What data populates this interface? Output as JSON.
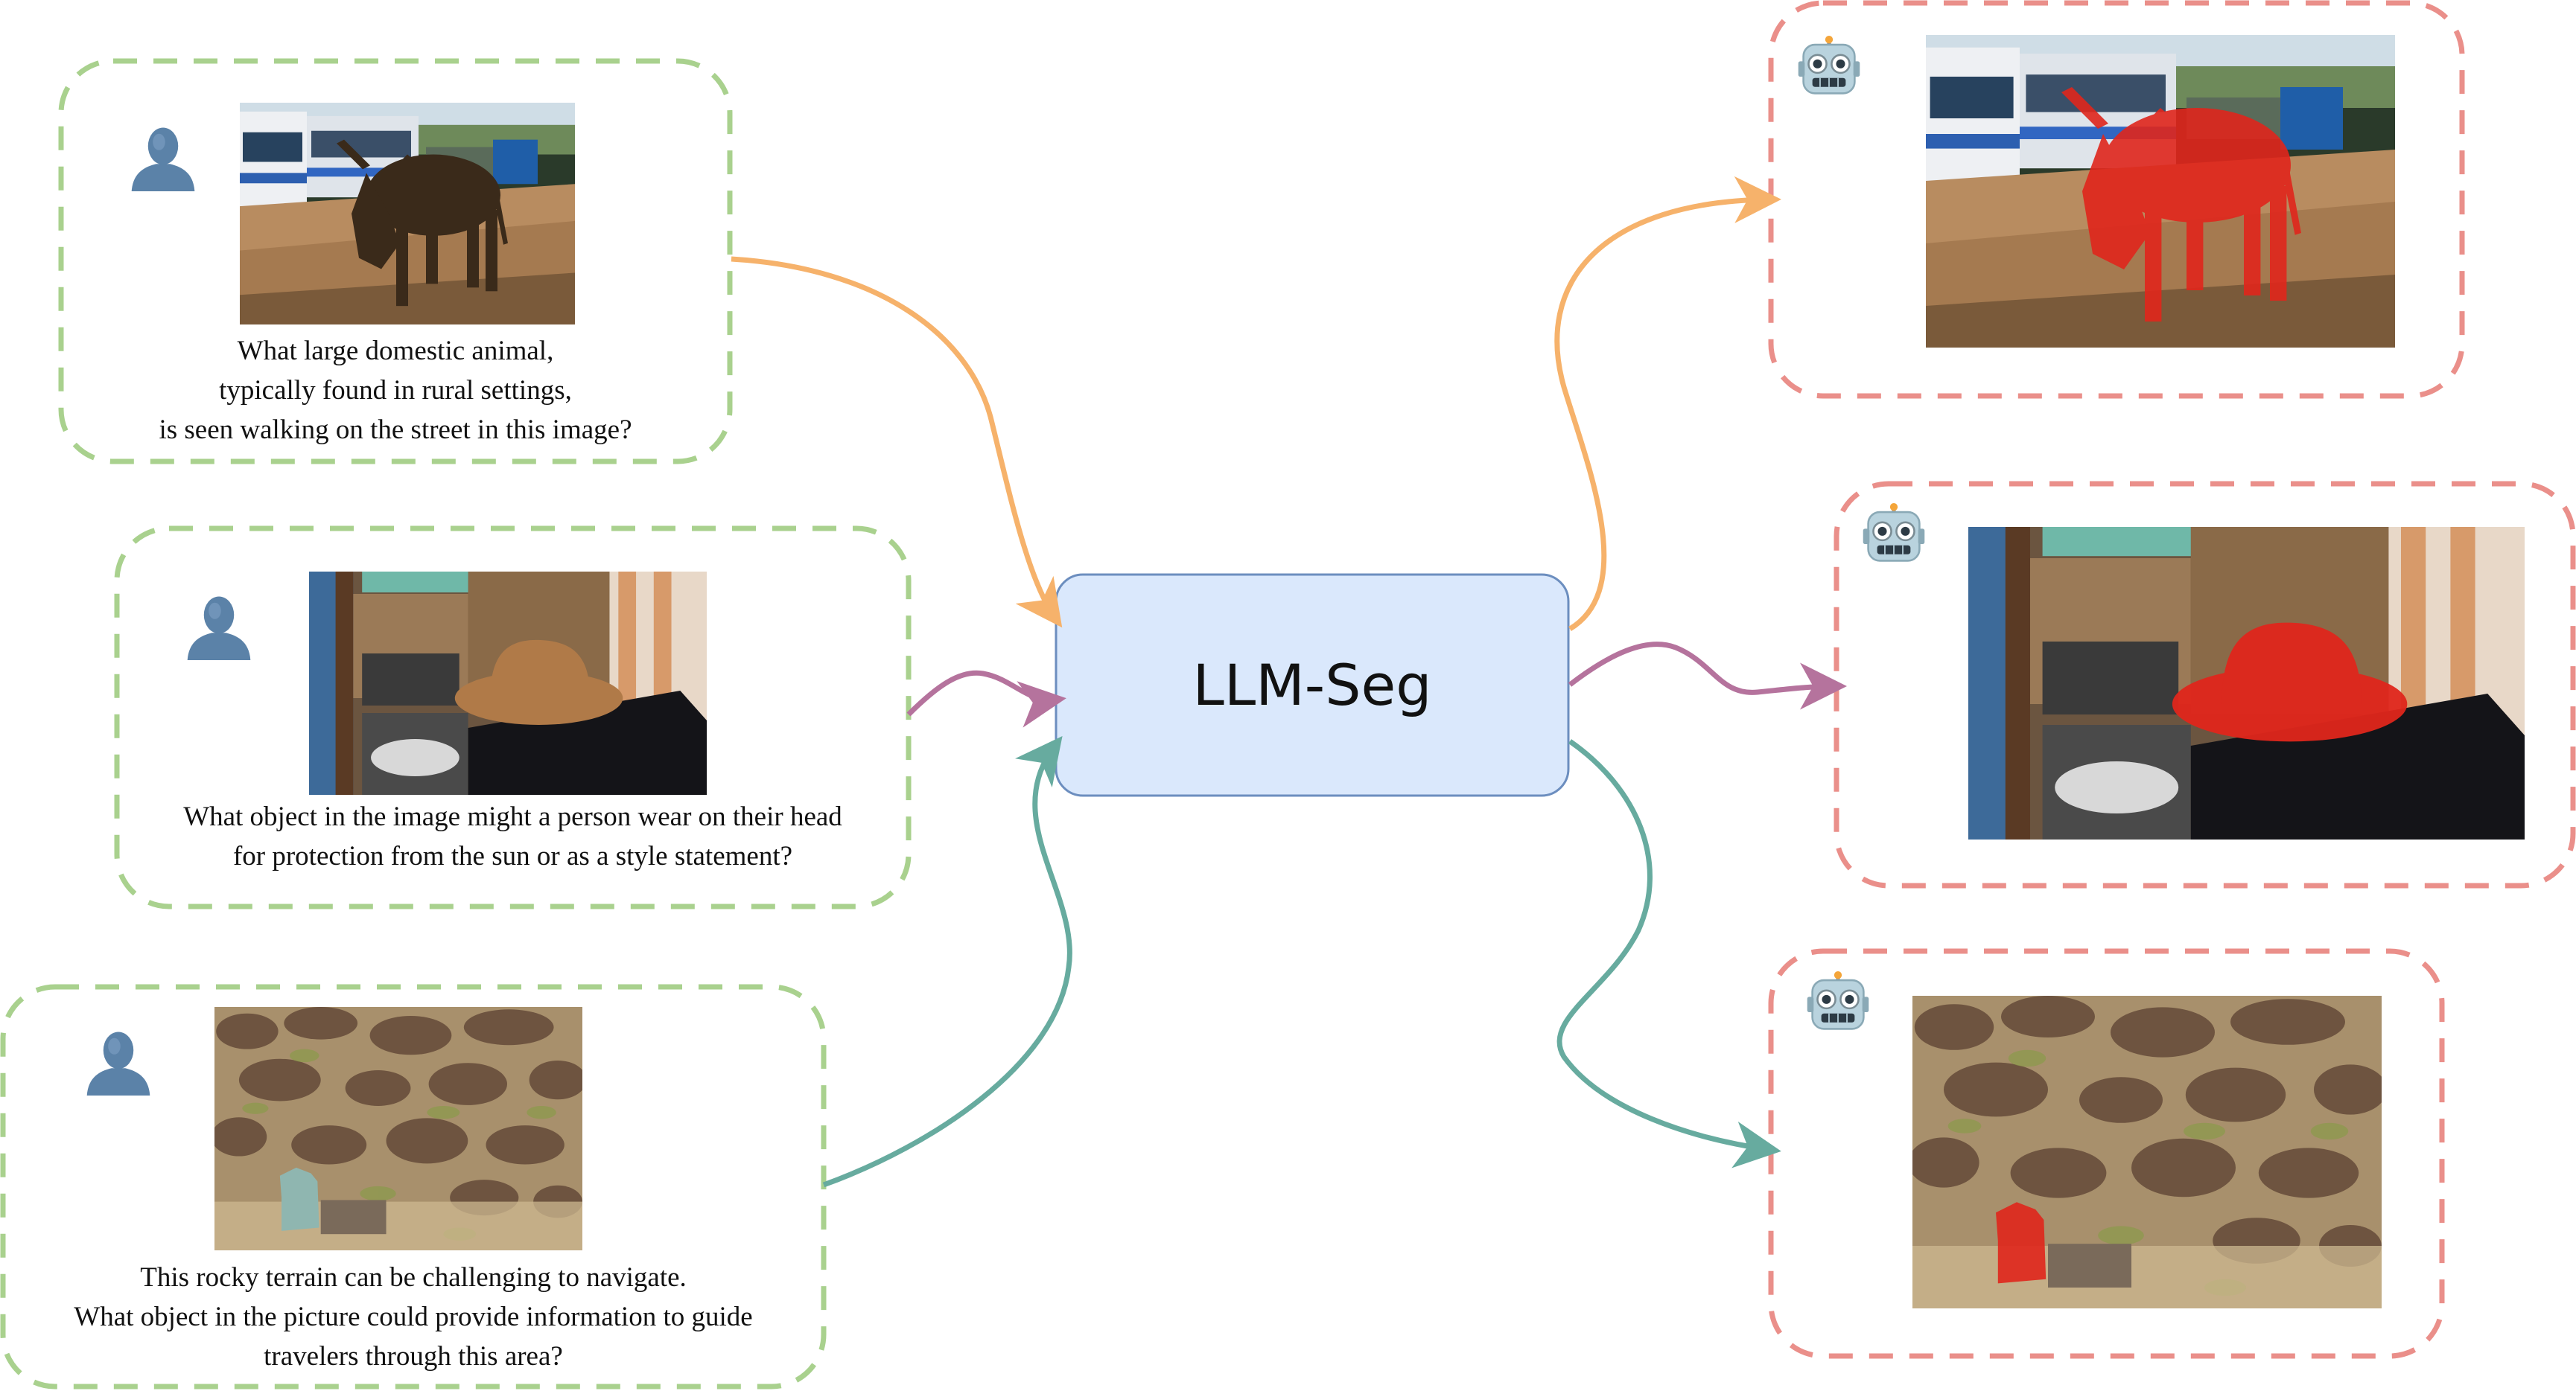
{
  "center": {
    "label": "LLM-Seg"
  },
  "queries": [
    {
      "lines": [
        "What large domestic animal,",
        "typically found in rural settings,",
        "is seen walking on the street in this image?"
      ],
      "icon": "user-icon"
    },
    {
      "lines": [
        "What object in the image might a person wear on their head",
        "for protection from the sun or as a style statement?"
      ],
      "icon": "user-icon"
    },
    {
      "lines": [
        "This rocky terrain can be challenging to navigate.",
        "What object in the picture could provide information to guide",
        "travelers through this area?"
      ],
      "icon": "user-icon"
    }
  ],
  "outputs": [
    {
      "icon": "robot-icon",
      "segmented": "cow"
    },
    {
      "icon": "robot-icon",
      "segmented": "hat"
    },
    {
      "icon": "robot-icon",
      "segmented": "sign"
    }
  ],
  "colors": {
    "query_border": "#a9d18e",
    "output_border": "#ea8f8a",
    "center_fill": "#dae8fc",
    "center_border": "#6c8ebf",
    "arrow_1": "#f6b26b",
    "arrow_2": "#b5739d",
    "arrow_3": "#67ab9f",
    "mask": "#e0261c"
  }
}
